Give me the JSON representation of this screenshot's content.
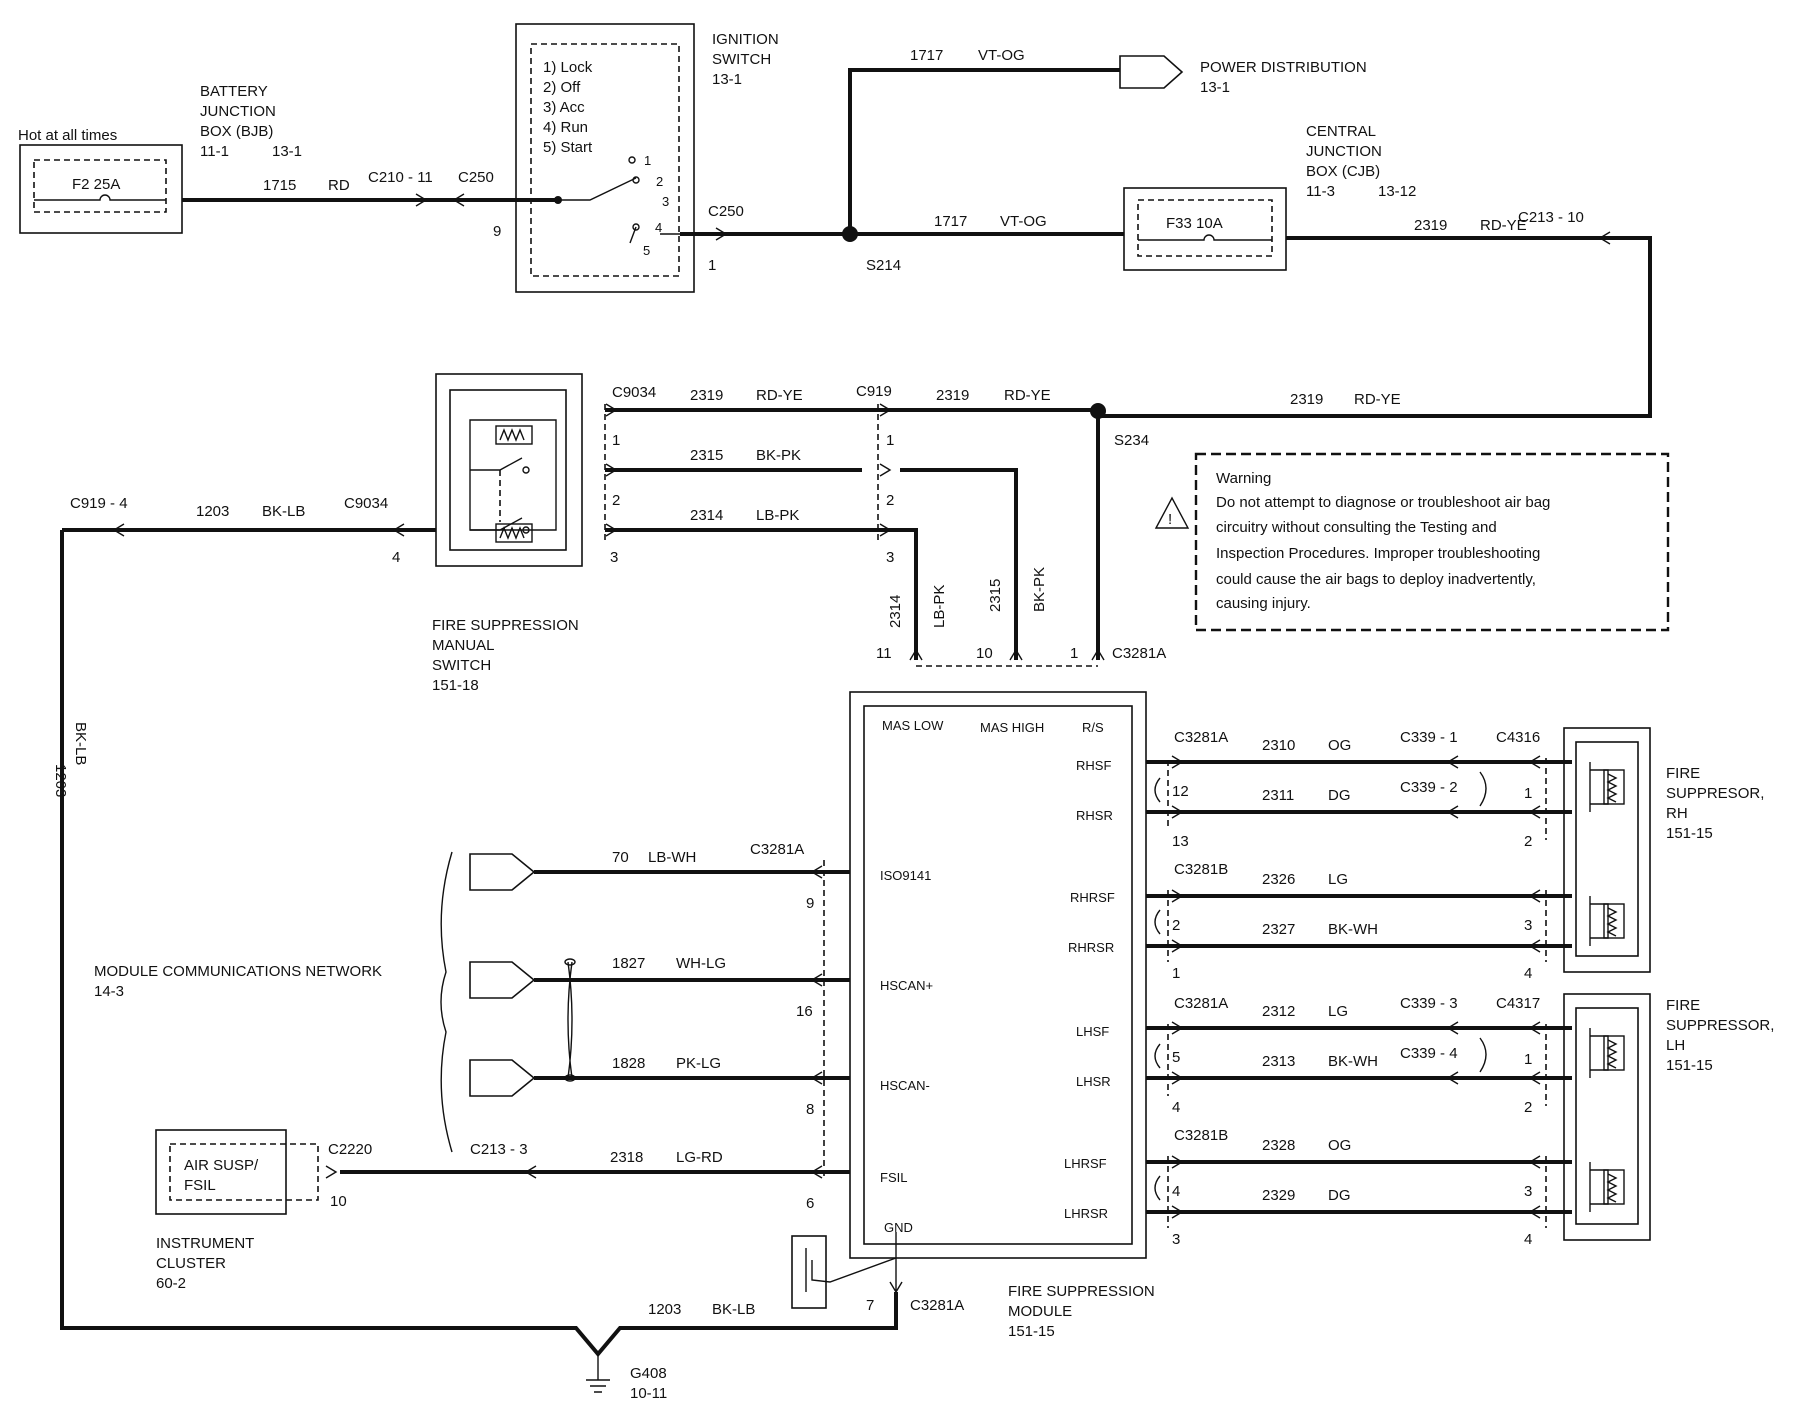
{
  "battery": {
    "hot": "Hot at all times",
    "title": [
      "BATTERY",
      "JUNCTION",
      "BOX (BJB)"
    ],
    "refs": [
      "11-1",
      "13-1"
    ],
    "fuse": "F2  25A"
  },
  "ignition": {
    "title": [
      "IGNITION",
      "SWITCH",
      "13-1"
    ],
    "positions": [
      "1) Lock",
      "2) Off",
      "3) Acc",
      "4) Run",
      "5) Start"
    ],
    "contacts": [
      "1",
      "2",
      "3",
      "4",
      "5"
    ]
  },
  "power_dist": [
    "POWER DISTRIBUTION",
    "13-1"
  ],
  "cjb": {
    "title": [
      "CENTRAL",
      "JUNCTION",
      "BOX (CJB)"
    ],
    "refs": [
      "11-3",
      "13-12"
    ],
    "fuse": "F33   10A"
  },
  "fs_switch": [
    "FIRE SUPPRESSION",
    "MANUAL",
    "SWITCH",
    "151-18"
  ],
  "warning": [
    "Warning",
    "Do not attempt to diagnose or troubleshoot air bag",
    "circuitry without consulting the Testing and",
    "Inspection Procedures.  Improper troubleshooting",
    "could cause the air bags  to deploy inadvertently,",
    "causing injury."
  ],
  "mcn": [
    "MODULE COMMUNICATIONS NETWORK",
    "14-3"
  ],
  "air_susp": [
    "AIR SUSP/",
    "FSIL"
  ],
  "cluster": [
    "INSTRUMENT",
    "CLUSTER",
    "60-2"
  ],
  "module": {
    "title": [
      "FIRE  SUPPRESSION",
      "MODULE",
      "151-15"
    ],
    "top_pins": [
      "MAS LOW",
      "MAS HIGH",
      "R/S"
    ],
    "left_pins": [
      "ISO9141",
      "HSCAN+",
      "HSCAN-",
      "FSIL"
    ],
    "gnd": "GND",
    "right_pins": [
      "RHSF",
      "RHSR",
      "RHRSF",
      "RHRSR",
      "LHSF",
      "LHSR",
      "LHRSF",
      "LHRSR"
    ]
  },
  "supp_rh": [
    "FIRE",
    "SUPPRESOR,",
    "RH",
    "151-15"
  ],
  "supp_lh": [
    "FIRE",
    "SUPPRESSOR,",
    "LH",
    "151-15"
  ],
  "ground": [
    "G408",
    "10-11"
  ],
  "labels": [
    "1715",
    "RD",
    "C210 - 11",
    "C250",
    "9",
    "C250",
    "1",
    "S214",
    "1717",
    "VT-OG",
    "1717",
    "VT-OG",
    "2319",
    "RD-YE",
    "C213 - 10",
    "C9034",
    "2319",
    "RD-YE",
    "C919",
    "2319",
    "RD-YE",
    "2319",
    "RD-YE",
    "S234",
    "1",
    "2315",
    "BK-PK",
    "1",
    "2",
    "2314",
    "LB-PK",
    "2",
    "3",
    "3",
    "C919 - 4",
    "1203",
    "BK-LB",
    "C9034",
    "4",
    "2314",
    "LB-PK",
    "2315",
    "BK-PK",
    "11",
    "10",
    "1",
    "C3281A",
    "C3281A",
    "2310",
    "OG",
    "C339 - 1",
    "C4316",
    "12",
    "2311",
    "DG",
    "C339 - 2",
    "1",
    "13",
    "2",
    "C3281B",
    "2326",
    "LG",
    "2",
    "2327",
    "BK-WH",
    "3",
    "1",
    "4",
    "C3281A",
    "2312",
    "LG",
    "C339 - 3",
    "C4317",
    "5",
    "2313",
    "BK-WH",
    "C339 - 4",
    "1",
    "4",
    "2",
    "C3281B",
    "2328",
    "OG",
    "4",
    "2329",
    "DG",
    "3",
    "3",
    "4",
    "70",
    "LB-WH",
    "C3281A",
    "9",
    "1827",
    "WH-LG",
    "16",
    "1828",
    "PK-LG",
    "8",
    "C2220",
    "C213  -  3",
    "2318",
    "LG-RD",
    "10",
    "6",
    "7",
    "C3281A",
    "1203",
    "BK-LB",
    "1203",
    "BK-LB"
  ]
}
